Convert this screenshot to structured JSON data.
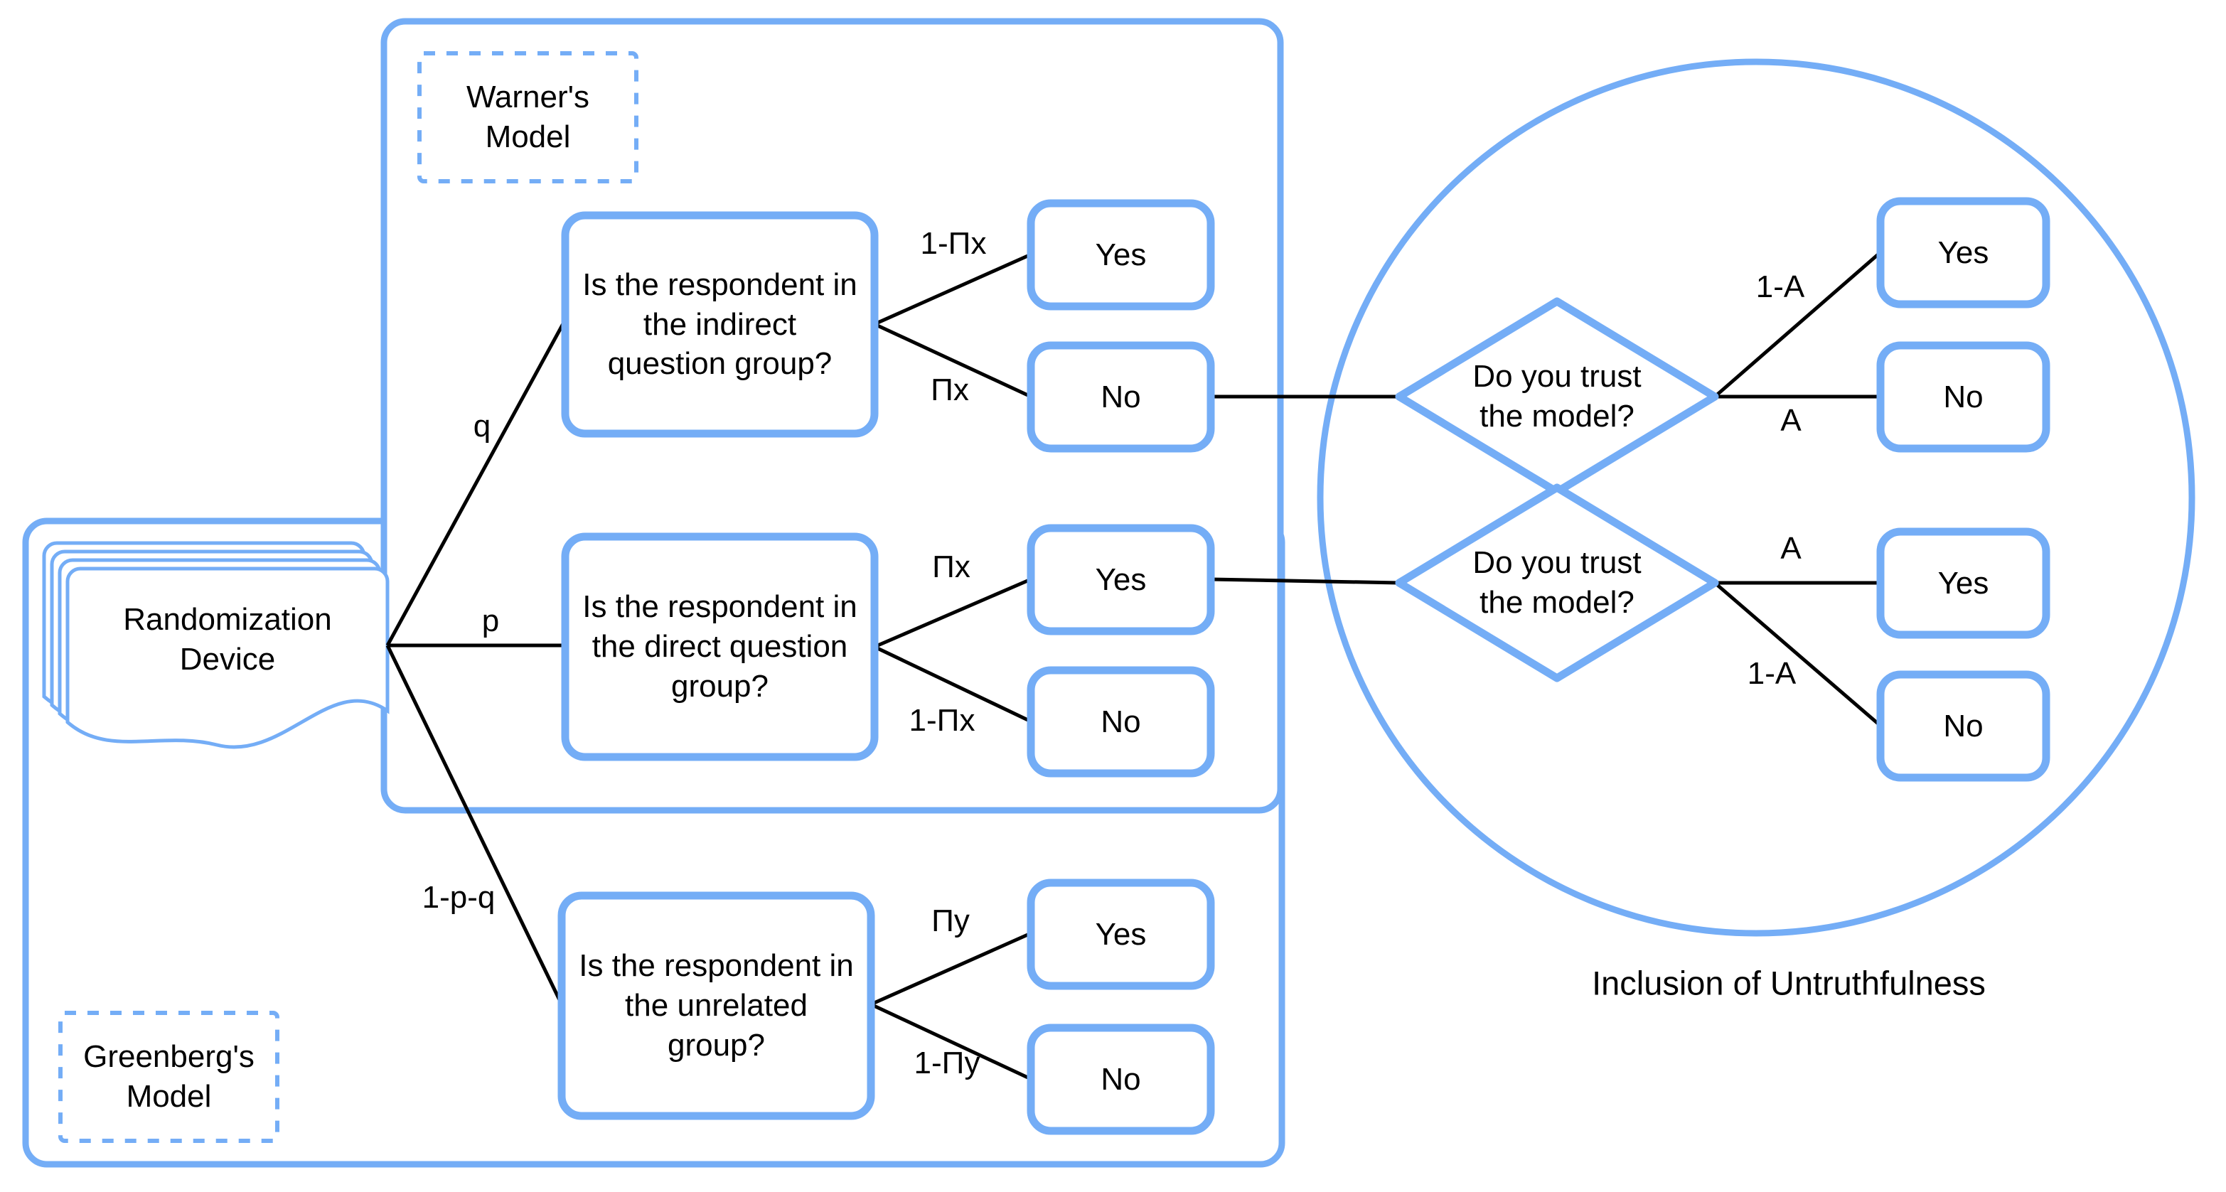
{
  "colors": {
    "accent": "#74ADF6",
    "line": "#000000",
    "text": "#000000",
    "background": "#ffffff"
  },
  "containers": {
    "warner": {
      "label": "Warner's\nModel"
    },
    "greenberg": {
      "label": "Greenberg's\nModel"
    }
  },
  "source": {
    "label": "Randomization\nDevice"
  },
  "branches": {
    "q": "q",
    "p": "p",
    "one_minus_p_minus_q": "1-p-q"
  },
  "questions": {
    "indirect": {
      "text": "Is the respondent in\nthe indirect\nquestion group?",
      "yes": "Yes",
      "no": "No",
      "yes_prob": "1-Πx",
      "no_prob": "Πx"
    },
    "direct": {
      "text": "Is the respondent in\nthe direct question\ngroup?",
      "yes": "Yes",
      "no": "No",
      "yes_prob": "Πx",
      "no_prob": "1-Πx"
    },
    "unrelated": {
      "text": "Is the respondent in\nthe unrelated\ngroup?",
      "yes": "Yes",
      "no": "No",
      "yes_prob": "Πy",
      "no_prob": "1-Πy"
    }
  },
  "trust": {
    "caption": "Inclusion of Untruthfulness",
    "diamond1": {
      "text": "Do you trust\nthe model?",
      "yes": "Yes",
      "no": "No",
      "yes_prob": "1-A",
      "no_prob": "A"
    },
    "diamond2": {
      "text": "Do you trust\nthe model?",
      "yes": "Yes",
      "no": "No",
      "yes_prob": "A",
      "no_prob": "1-A"
    }
  }
}
